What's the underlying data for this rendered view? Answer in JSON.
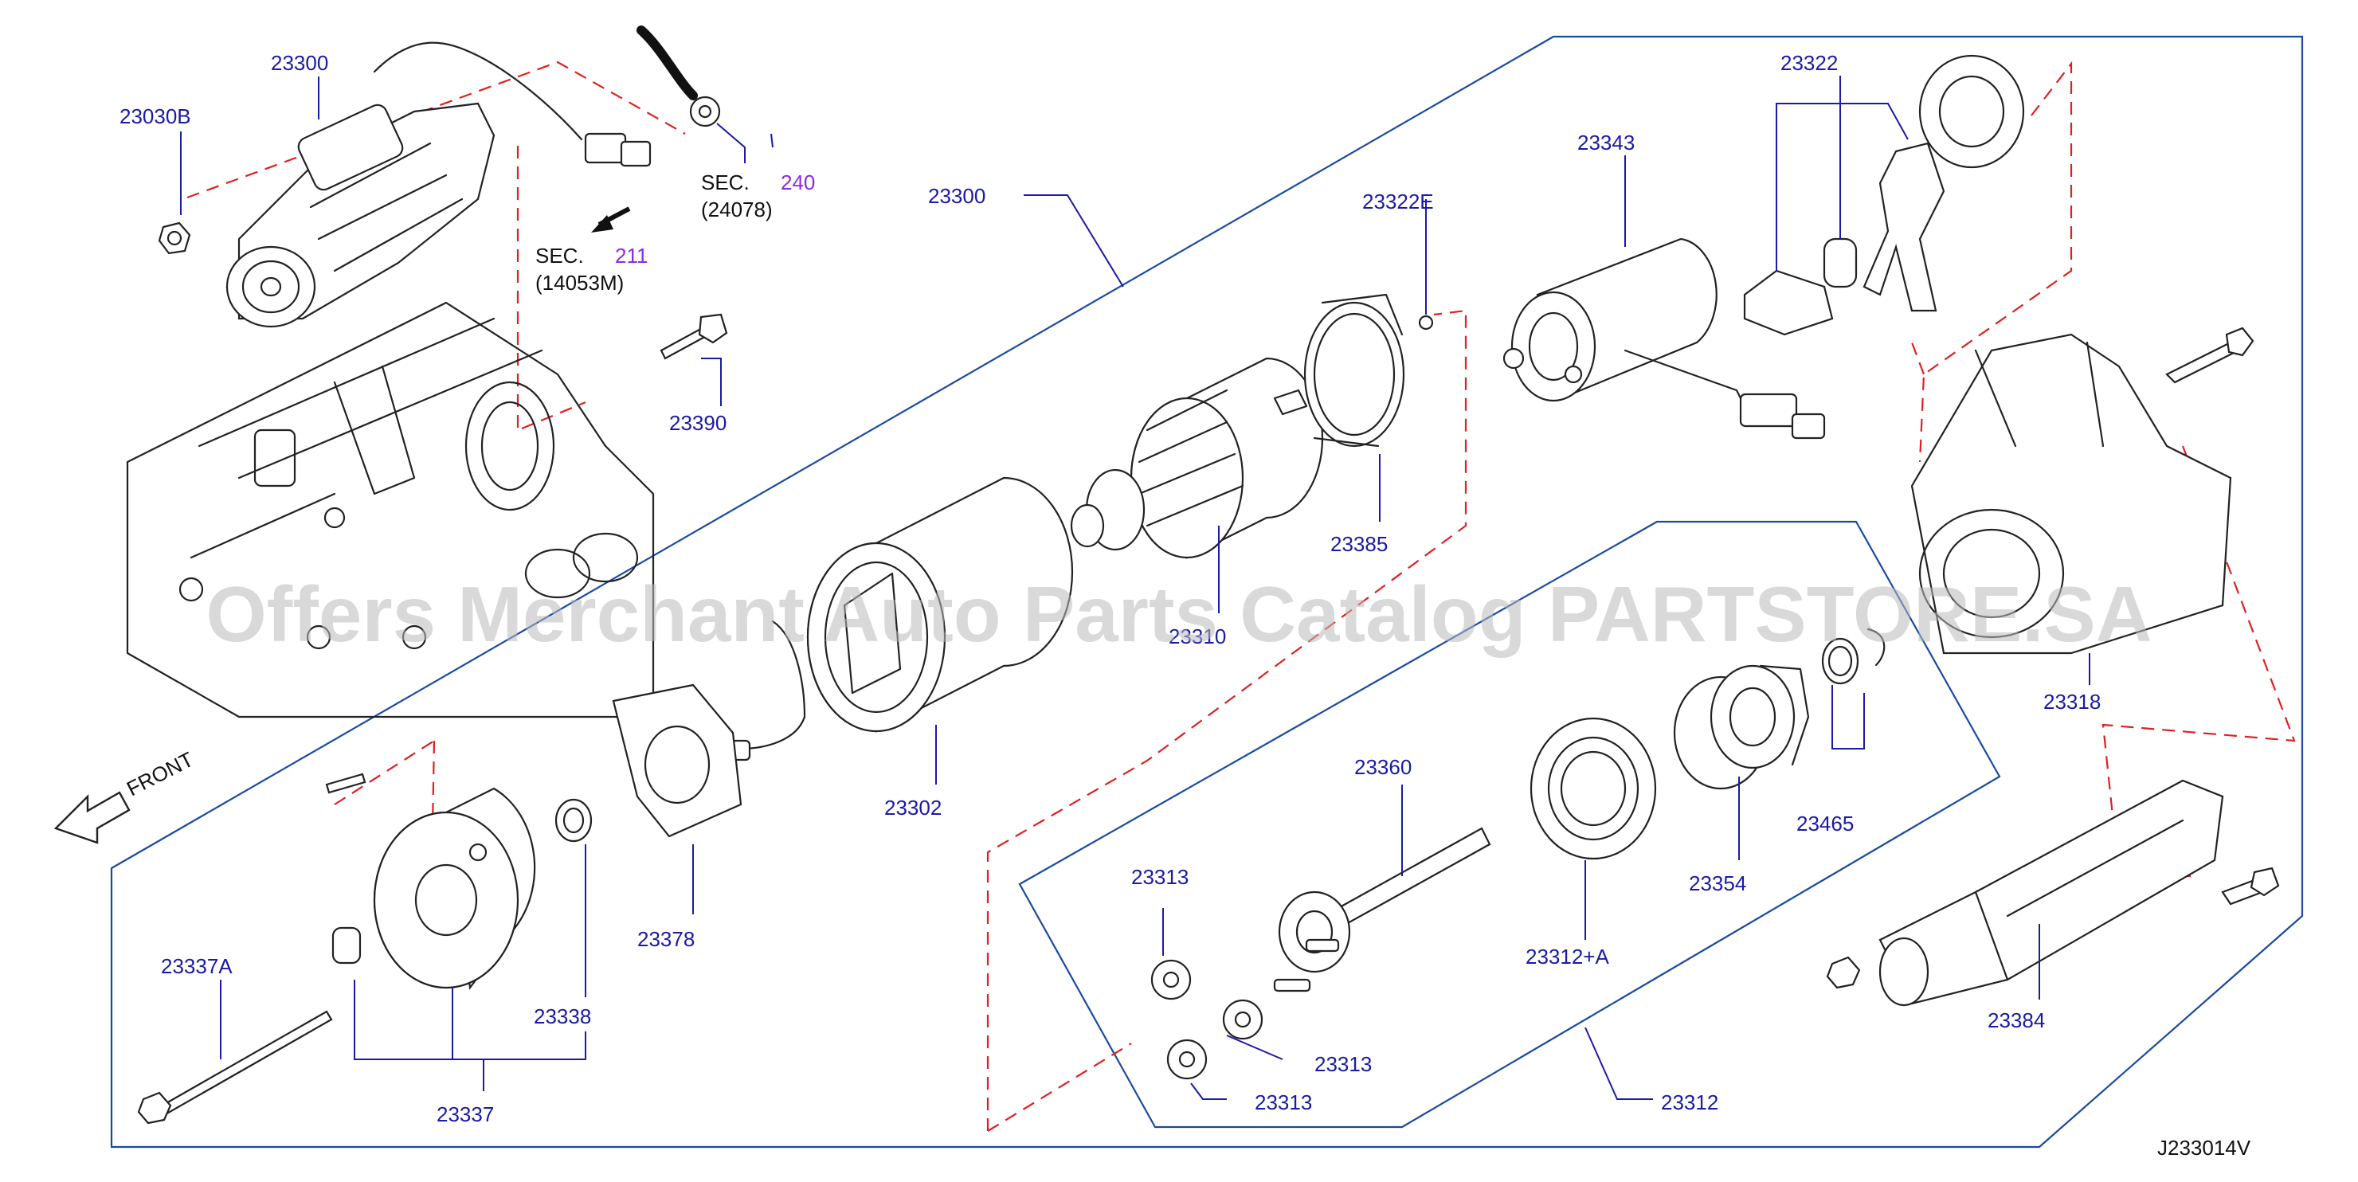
{
  "labels": {
    "l23300_top": "23300",
    "l23030B": "23030B",
    "sec240_prefix": "SEC.",
    "sec240_num": "240",
    "sec240_sub": "(24078)",
    "sec211_prefix": "SEC.",
    "sec211_num": "211",
    "sec211_sub": "(14053M)",
    "l23390": "23390",
    "l23300_main": "23300",
    "l23322E": "23322E",
    "l23343": "23343",
    "l23322": "23322",
    "l23385": "23385",
    "l23310": "23310",
    "l23318": "23318",
    "l23302": "23302",
    "l23378": "23378",
    "l23360": "23360",
    "l23354": "23354",
    "l23465": "23465",
    "l23313_a": "23313",
    "l23313_b": "23313",
    "l23313_c": "23313",
    "l23312A": "23312+A",
    "l23312": "23312",
    "l23384": "23384",
    "l23337A": "23337A",
    "l23338": "23338",
    "l23337": "23337",
    "front": "FRONT",
    "diagram_code": "J233014V"
  },
  "watermark": "Offers Merchant Auto Parts Catalog PARTSTORE.SA",
  "colors": {
    "label": "#1a1aa6",
    "section_number": "#8a2be2",
    "assembly_frame": "#1a4aa0",
    "phantom_line": "#e02020",
    "linework": "#222222",
    "watermark": "#b9b9b9"
  },
  "icons": [
    "front-arrow-icon",
    "direction-arrow-icon"
  ]
}
